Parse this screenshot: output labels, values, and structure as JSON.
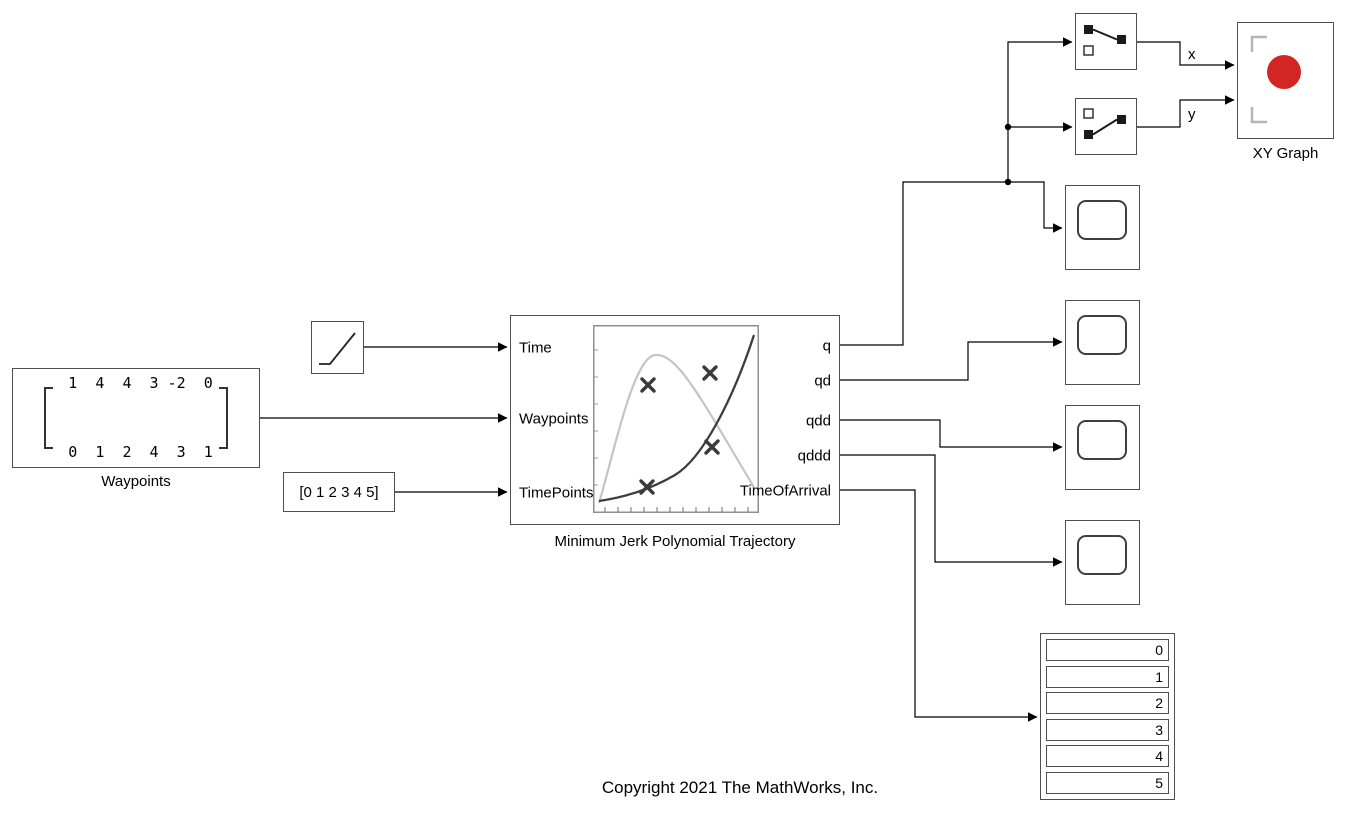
{
  "diagram": {
    "copyright": "Copyright 2021 The MathWorks, Inc."
  },
  "waypoints_block": {
    "matrix_row1": " 1  4  4  3 -2  0",
    "matrix_row2": " 0  1  2  4  3  1",
    "label": "Waypoints"
  },
  "timepoints_block": {
    "value": "[0 1 2 3 4 5]"
  },
  "trajectory_block": {
    "label": "Minimum Jerk Polynomial Trajectory",
    "inputs": [
      "Time",
      "Waypoints",
      "TimePoints"
    ],
    "outputs": [
      "q",
      "qd",
      "qdd",
      "qddd",
      "TimeOfArrival"
    ]
  },
  "xy_graph_block": {
    "label": "XY Graph"
  },
  "signal_labels": {
    "x": "x",
    "y": "y"
  },
  "display_block": {
    "values": [
      "0",
      "1",
      "2",
      "3",
      "4",
      "5"
    ]
  }
}
